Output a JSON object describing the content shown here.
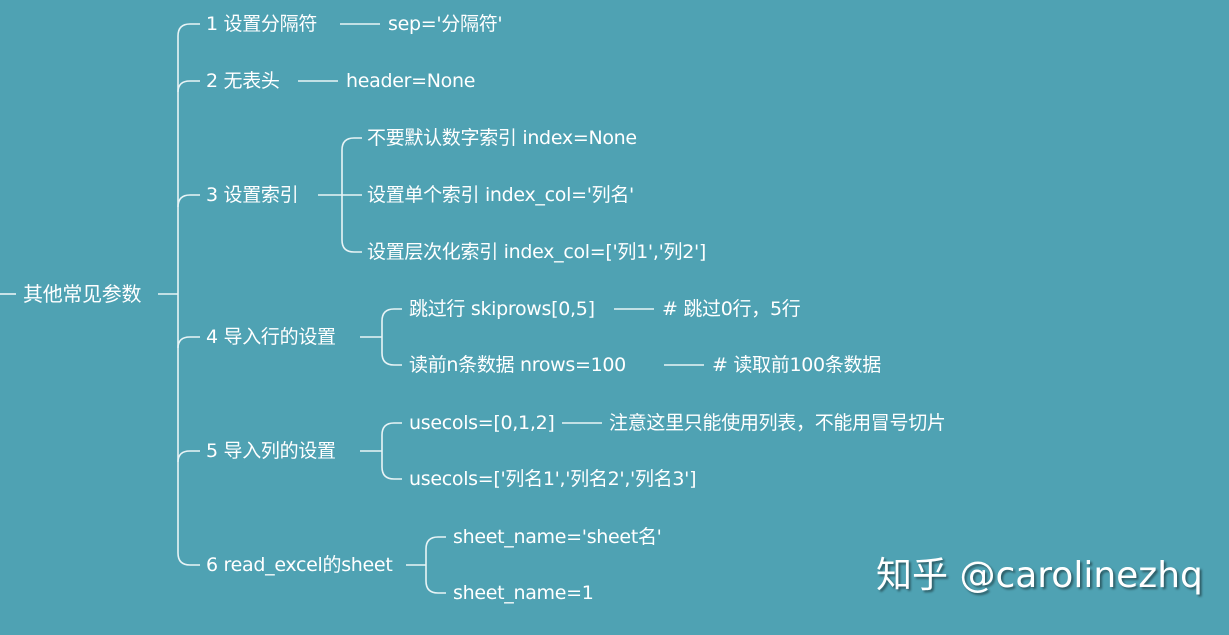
{
  "root": {
    "label": "其他常见参数"
  },
  "branches": [
    {
      "label": "1 设置分隔符",
      "note": "sep='分隔符'"
    },
    {
      "label": "2 无表头",
      "note": "header=None"
    },
    {
      "label": "3 设置索引",
      "children": [
        {
          "label": "不要默认数字索引  index=None"
        },
        {
          "label": "设置单个索引  index_col='列名'"
        },
        {
          "label": "设置层次化索引  index_col=['列1','列2']"
        }
      ]
    },
    {
      "label": "4 导入行的设置",
      "children": [
        {
          "label": "跳过行 skiprows[0,5]",
          "note": "# 跳过0行，5行"
        },
        {
          "label": "读前n条数据    nrows=100",
          "note": "# 读取前100条数据"
        }
      ]
    },
    {
      "label": "5 导入列的设置",
      "children": [
        {
          "label": "usecols=[0,1,2]",
          "note": "注意这里只能使用列表，不能用冒号切片"
        },
        {
          "label": "usecols=['列名1','列名2','列名3']"
        }
      ]
    },
    {
      "label": "6 read_excel的sheet",
      "children": [
        {
          "label": "sheet_name='sheet名'"
        },
        {
          "label": "sheet_name=1"
        }
      ]
    }
  ],
  "watermark": "知乎 @carolinezhq",
  "colors": {
    "background": "#4fa2b3",
    "line": "#e8f4f6",
    "text": "#ffffff"
  }
}
